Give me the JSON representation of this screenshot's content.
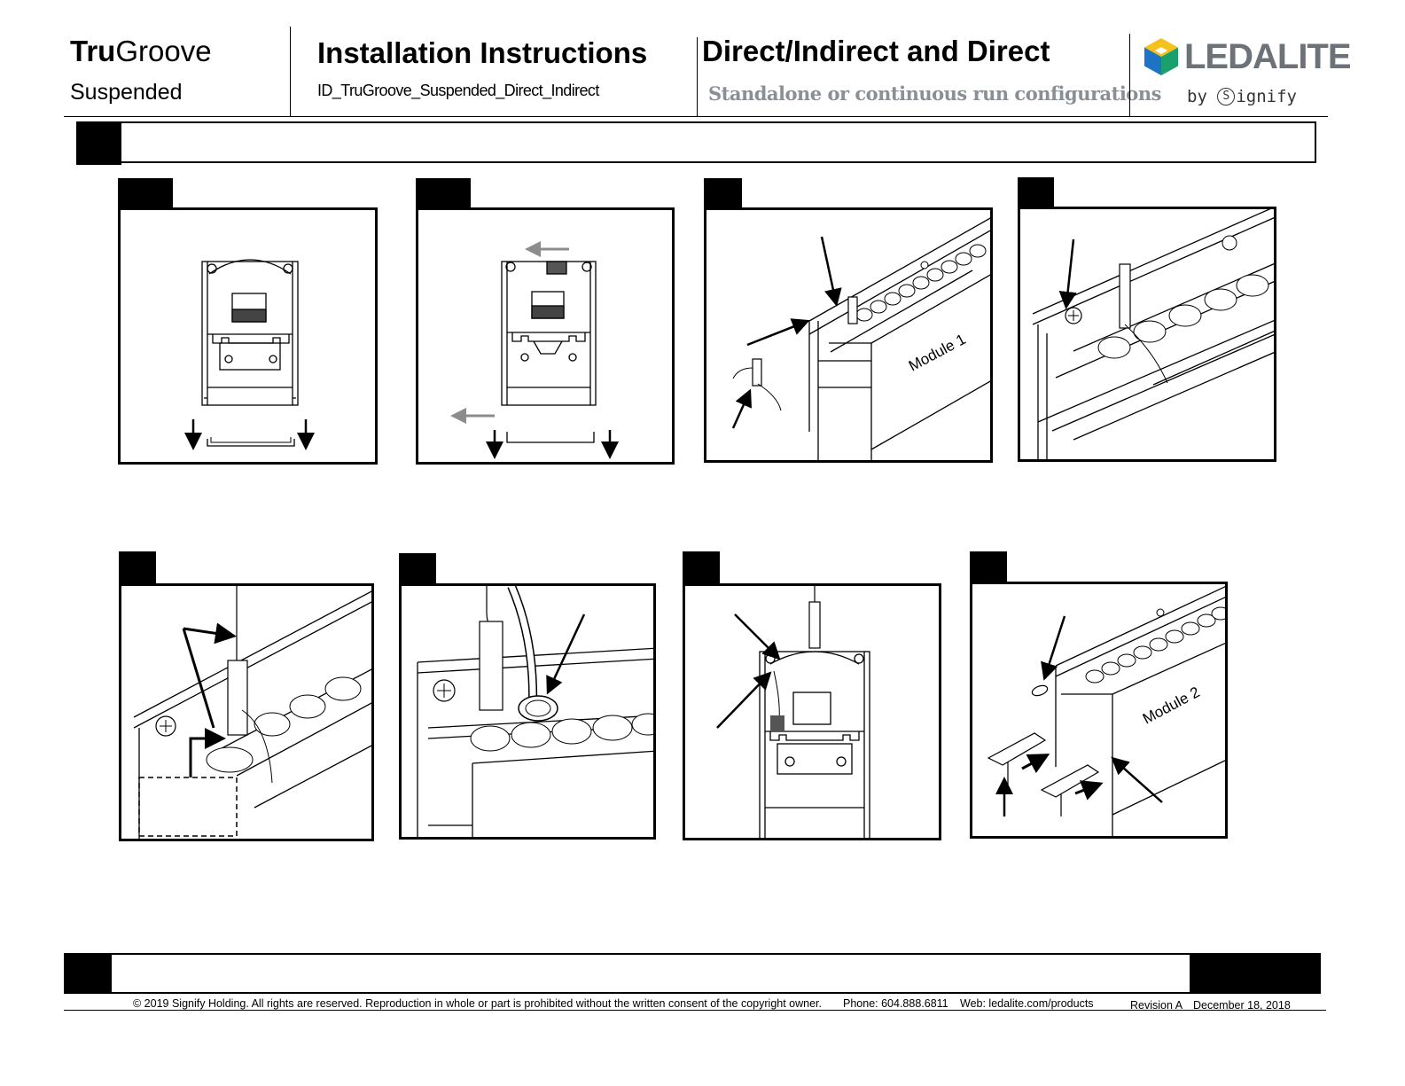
{
  "header": {
    "product_bold": "Tru",
    "product_rest": "Groove",
    "product_variant": "Suspended",
    "doc_title": "Installation Instructions",
    "doc_id": "ID_TruGroove_Suspended_Direct_Indirect",
    "config_title": "Direct/Indirect and Direct",
    "config_subtitle": "Standalone or continuous run configurations",
    "logo_name": "LEDALITE",
    "logo_by": "by",
    "logo_signify_s": "S",
    "logo_signify_rest": "ignify"
  },
  "figures": {
    "module1_label": "Module 1",
    "module2_label": "Module 2"
  },
  "footer": {
    "copyright": "© 2019 Signify Holding. All rights are reserved. Reproduction in whole or part is prohibited without the written consent of the copyright owner.",
    "phone": "Phone:  604.888.6811",
    "web": "Web: ledalite.com/products",
    "revision": "Revision A",
    "date": "December 18, 2018"
  },
  "colors": {
    "logo_yellow": "#f4c21a",
    "logo_blue": "#1f73c4",
    "logo_green": "#1aa06d",
    "logo_gray": "#6d7279",
    "subtitle_gray": "#8a8f95",
    "arrow_gray": "#8c8c8c"
  }
}
